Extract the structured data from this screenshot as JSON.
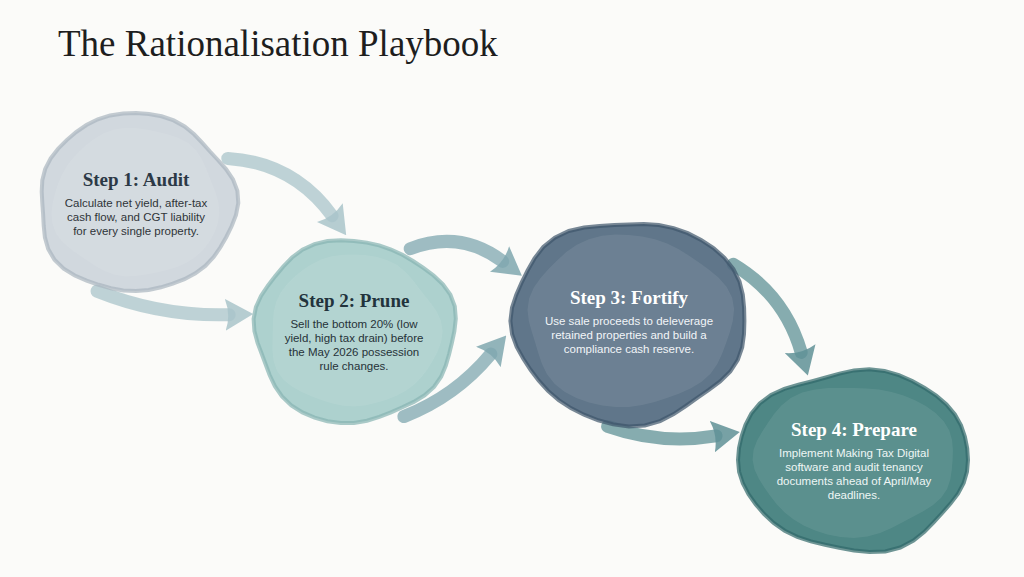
{
  "diagram": {
    "title": "The Rationalisation Playbook",
    "nodes": [
      {
        "text": [
          "Step 1: Audit",
          "Calculate net yield, after-tax cash flow, and CGT liability for every single property."
        ]
      },
      {
        "text": [
          "Step 2: Prune",
          "Sell the bottom 20% (low yield, high tax drain) before the May 2026 possession rule changes."
        ]
      },
      {
        "text": [
          "Step 3: Fortify",
          "Use sale proceeds to deleverage retained properties and build a compliance cash reserve."
        ]
      },
      {
        "text": [
          "Step 4: Prepare",
          "Implement Making Tax Digital software and audit tenancy documents ahead of April/May deadlines."
        ]
      }
    ],
    "edges": [
      {
        "from": 0,
        "to": 1,
        "arrow": "to"
      },
      {
        "from": 0,
        "to": 1,
        "arrow": "to"
      },
      {
        "from": 1,
        "to": 2,
        "arrow": "to"
      },
      {
        "from": 1,
        "to": 2,
        "arrow": "to"
      },
      {
        "from": 2,
        "to": 3,
        "arrow": "to"
      },
      {
        "from": 2,
        "to": 3,
        "arrow": "to"
      }
    ]
  }
}
